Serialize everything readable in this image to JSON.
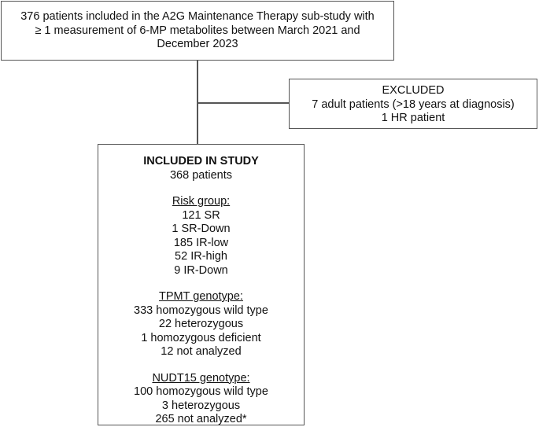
{
  "top": {
    "lines": [
      "376 patients included in the A2G Maintenance Therapy sub-study with",
      "≥ 1 measurement of 6-MP metabolites between March 2021 and",
      "December 2023"
    ]
  },
  "excluded": {
    "title": "EXCLUDED",
    "lines": [
      "7 adult patients (>18 years at diagnosis)",
      "1 HR patient"
    ]
  },
  "included": {
    "title": "INCLUDED IN STUDY",
    "count": "368 patients",
    "risk_group": {
      "heading": "Risk group:",
      "items": [
        "121 SR",
        "1 SR-Down",
        "185 IR-low",
        "52 IR-high",
        "9 IR-Down"
      ]
    },
    "tpmt": {
      "heading": "TPMT genotype:",
      "items": [
        "333 homozygous wild type",
        "22 heterozygous",
        "1 homozygous deficient",
        "12 not analyzed"
      ]
    },
    "nudt15": {
      "heading": "NUDT15 genotype:",
      "items": [
        "100 homozygous wild type",
        "3 heterozygous",
        "265 not analyzed*"
      ]
    }
  }
}
